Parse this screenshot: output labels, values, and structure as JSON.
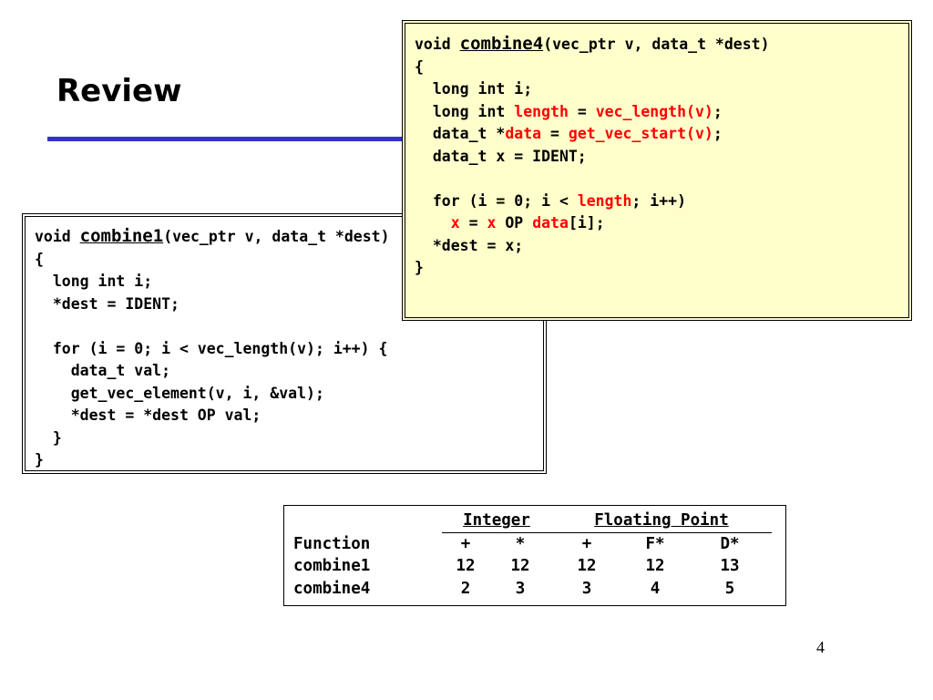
{
  "slide": {
    "title": "Review",
    "page_number": "4",
    "colors": {
      "title_rule": "#3333cc",
      "highlight_box": "#ffffcc",
      "emphasis": "#ff0000"
    }
  },
  "combine1": {
    "lines": [
      [
        {
          "t": "void "
        },
        {
          "t": "combine1",
          "fn": true
        },
        {
          "t": "(vec_ptr v, data_t *dest)"
        }
      ],
      [
        {
          "t": "{"
        }
      ],
      [
        {
          "t": "  long int i;"
        }
      ],
      [
        {
          "t": "  *dest = IDENT;"
        }
      ],
      [
        {
          "t": ""
        }
      ],
      [
        {
          "t": "  for (i = 0; i < vec_length(v); i++) {"
        }
      ],
      [
        {
          "t": "    data_t val;"
        }
      ],
      [
        {
          "t": "    get_vec_element(v, i, &val);"
        }
      ],
      [
        {
          "t": "    *dest = *dest OP val;"
        }
      ],
      [
        {
          "t": "  }"
        }
      ],
      [
        {
          "t": "}"
        }
      ]
    ]
  },
  "combine4": {
    "lines": [
      [
        {
          "t": "void "
        },
        {
          "t": "combine4",
          "fn": true
        },
        {
          "t": "(vec_ptr v, data_t *dest)"
        }
      ],
      [
        {
          "t": "{"
        }
      ],
      [
        {
          "t": "  long int i;"
        }
      ],
      [
        {
          "t": "  long int "
        },
        {
          "t": "length",
          "red": true
        },
        {
          "t": " = "
        },
        {
          "t": "vec_length(v)",
          "red": true
        },
        {
          "t": ";"
        }
      ],
      [
        {
          "t": "  data_t *"
        },
        {
          "t": "data",
          "red": true
        },
        {
          "t": " = "
        },
        {
          "t": "get_vec_start(v)",
          "red": true
        },
        {
          "t": ";"
        }
      ],
      [
        {
          "t": "  data_t x = IDENT;"
        }
      ],
      [
        {
          "t": ""
        }
      ],
      [
        {
          "t": "  for (i = 0; i < "
        },
        {
          "t": "length",
          "red": true
        },
        {
          "t": "; i++)"
        }
      ],
      [
        {
          "t": "    "
        },
        {
          "t": "x",
          "red": true
        },
        {
          "t": " = "
        },
        {
          "t": "x",
          "red": true
        },
        {
          "t": " OP "
        },
        {
          "t": "data",
          "red": true
        },
        {
          "t": "[i];"
        }
      ],
      [
        {
          "t": "  *dest = x;"
        }
      ],
      [
        {
          "t": "}"
        }
      ]
    ]
  },
  "cpe_table": {
    "group_headers": {
      "integer": "Integer",
      "floating_point": "Floating Point"
    },
    "columns": [
      "Function",
      "+",
      "*",
      "+",
      "F*",
      "D*"
    ],
    "rows": [
      [
        "combine1",
        "12",
        "12",
        "12",
        "12",
        "13"
      ],
      [
        "combine4",
        "2",
        "3",
        "3",
        "4",
        "5"
      ]
    ]
  }
}
